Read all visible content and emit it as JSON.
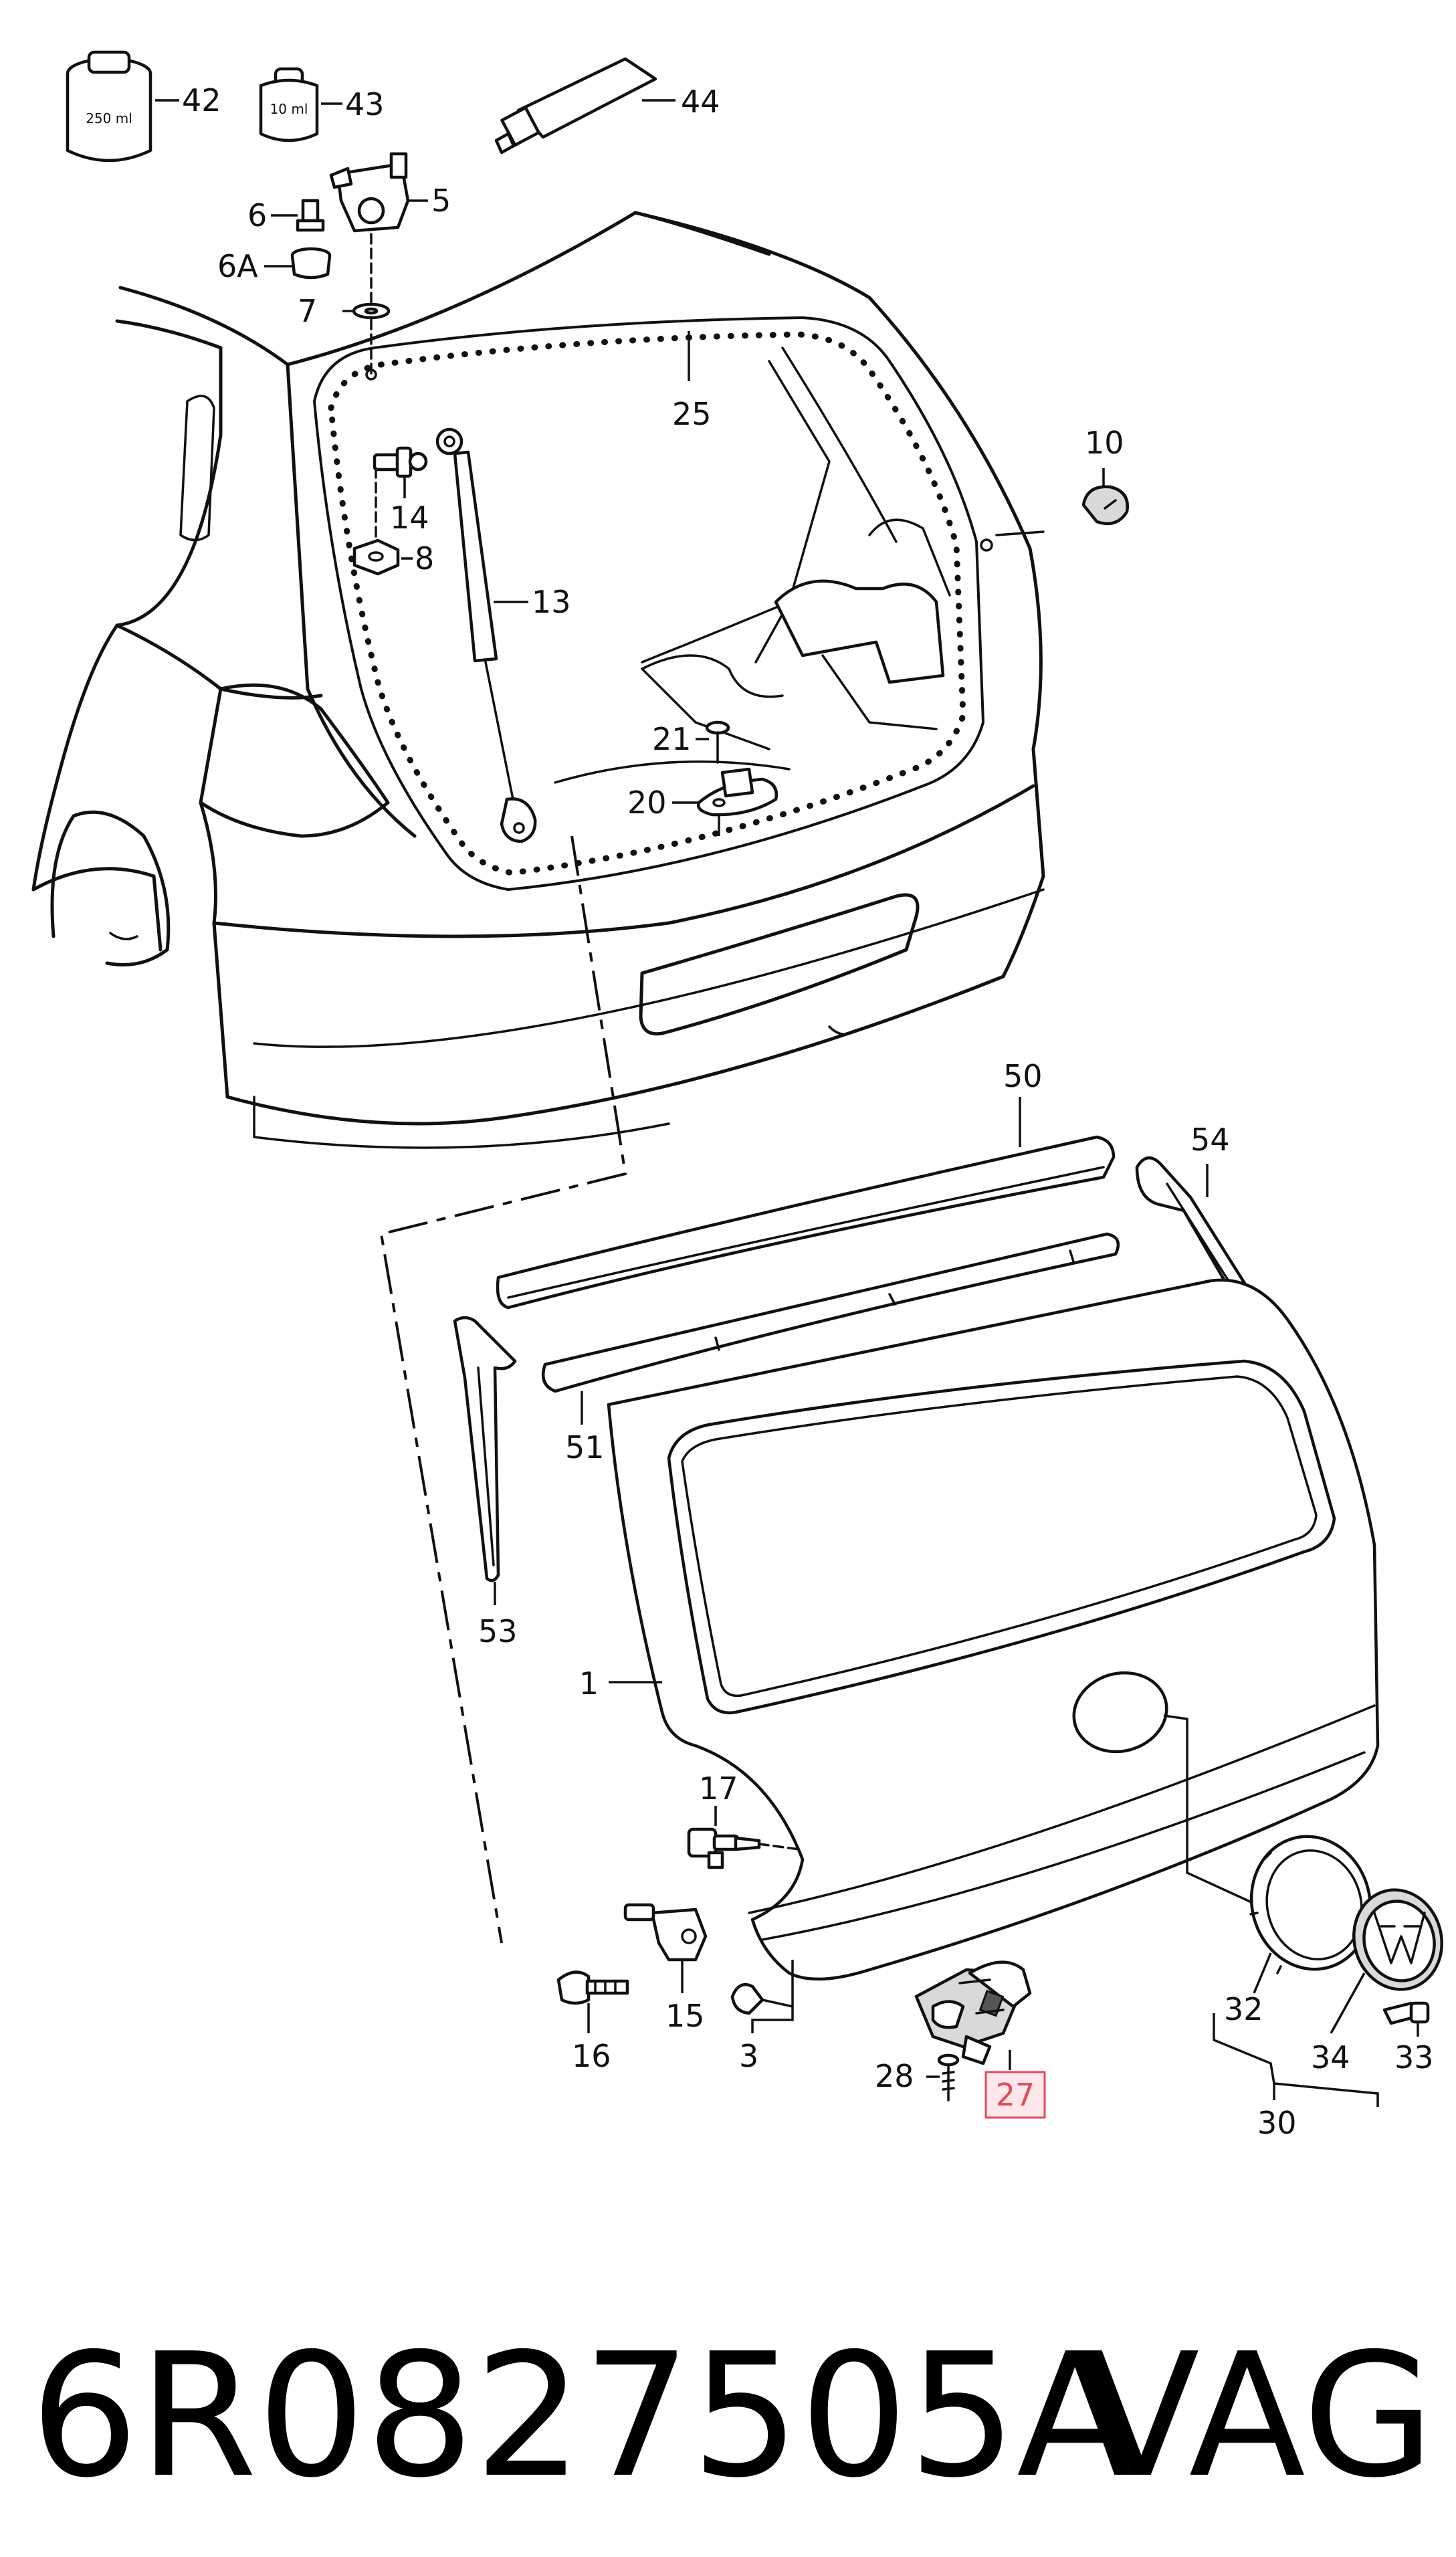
{
  "bottle_large_text": "250 ml",
  "bottle_small_text": "10 ml",
  "labels": {
    "l42": "42",
    "l43": "43",
    "l44": "44",
    "l5": "5",
    "l6": "6",
    "l6a": "6A",
    "l7": "7",
    "l25": "25",
    "l10": "10",
    "l14": "14",
    "l8": "8",
    "l13": "13",
    "l21": "21",
    "l20": "20",
    "l50": "50",
    "l54": "54",
    "l51": "51",
    "l53": "53",
    "l1": "1",
    "l17": "17",
    "l15": "15",
    "l16": "16",
    "l3": "3",
    "l28": "28",
    "l27": "27",
    "l32": "32",
    "l34": "34",
    "l33": "33",
    "l30": "30"
  },
  "highlighted_label": "27",
  "highlight_color": "#e04b5a",
  "part_number": "6R0827505A",
  "brand": "VAG"
}
